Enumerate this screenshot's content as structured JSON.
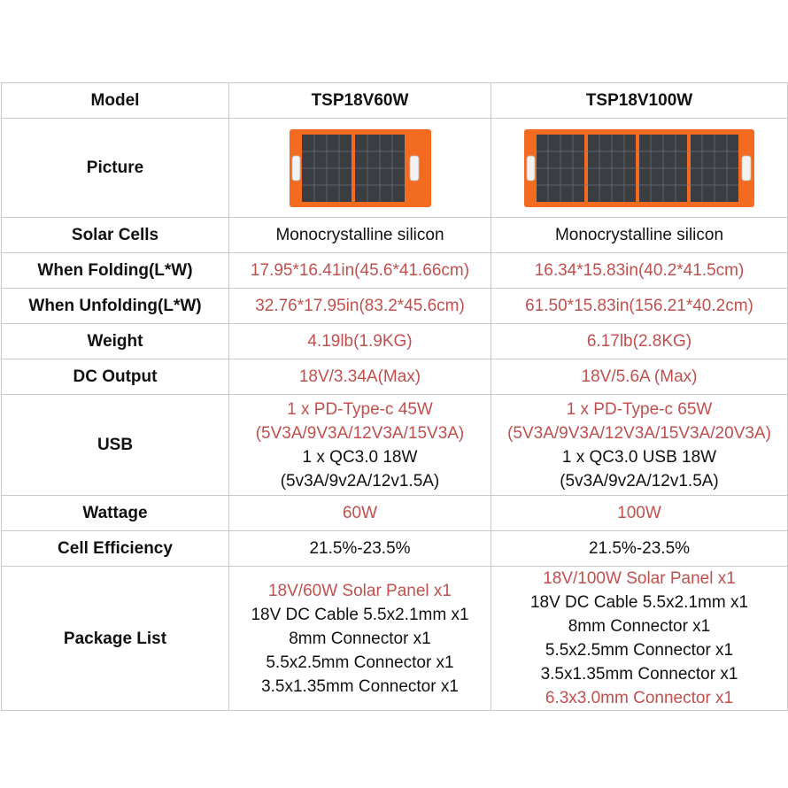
{
  "header": {
    "label": "Model",
    "models": [
      "TSP18V60W",
      "TSP18V100W"
    ]
  },
  "rows": [
    {
      "label": "Picture",
      "panel_icon": "solar-panel-icon"
    },
    {
      "label": "Solar Cells",
      "values": [
        "Monocrystalline silicon",
        "Monocrystalline silicon"
      ]
    },
    {
      "label": "When Folding(L*W)",
      "values": [
        "17.95*16.41in(45.6*41.66cm)",
        "16.34*15.83in(40.2*41.5cm)"
      ]
    },
    {
      "label": "When Unfolding(L*W)",
      "values": [
        "32.76*17.95in(83.2*45.6cm)",
        "61.50*15.83in(156.21*40.2cm)"
      ]
    },
    {
      "label": "Weight",
      "values": [
        "4.19lb(1.9KG)",
        "6.17lb(2.8KG)"
      ]
    },
    {
      "label": "DC Output",
      "values": [
        "18V/3.34A(Max)",
        "18V/5.6A (Max)"
      ]
    },
    {
      "label": "USB",
      "values": [
        [
          "1 x PD-Type-c 45W",
          "(5V3A/9V3A/12V3A/15V3A)",
          "1 x QC3.0 18W",
          "(5v3A/9v2A/12v1.5A)"
        ],
        [
          "1 x PD-Type-c 65W",
          "(5V3A/9V3A/12V3A/15V3A/20V3A)",
          "1 x QC3.0 USB 18W",
          "(5v3A/9v2A/12v1.5A)"
        ]
      ]
    },
    {
      "label": "Wattage",
      "values": [
        "60W",
        "100W"
      ]
    },
    {
      "label": "Cell Efficiency",
      "values": [
        "21.5%-23.5%",
        "21.5%-23.5%"
      ]
    },
    {
      "label": "Package List",
      "values": [
        [
          "18V/60W Solar Panel x1",
          "18V DC Cable 5.5x2.1mm x1",
          "8mm Connector x1",
          "5.5x2.5mm Connector x1",
          "3.5x1.35mm Connector x1"
        ],
        [
          "18V/100W Solar Panel x1",
          "18V DC Cable 5.5x2.1mm x1",
          "8mm Connector x1",
          "5.5x2.5mm Connector x1",
          "3.5x1.35mm Connector x1",
          "6.3x3.0mm Connector x1"
        ]
      ]
    }
  ],
  "colors": {
    "highlight": "#c0504d",
    "border": "#c9c9c9",
    "panel_frame": "#f26b21",
    "cell": "#3a3d42"
  }
}
